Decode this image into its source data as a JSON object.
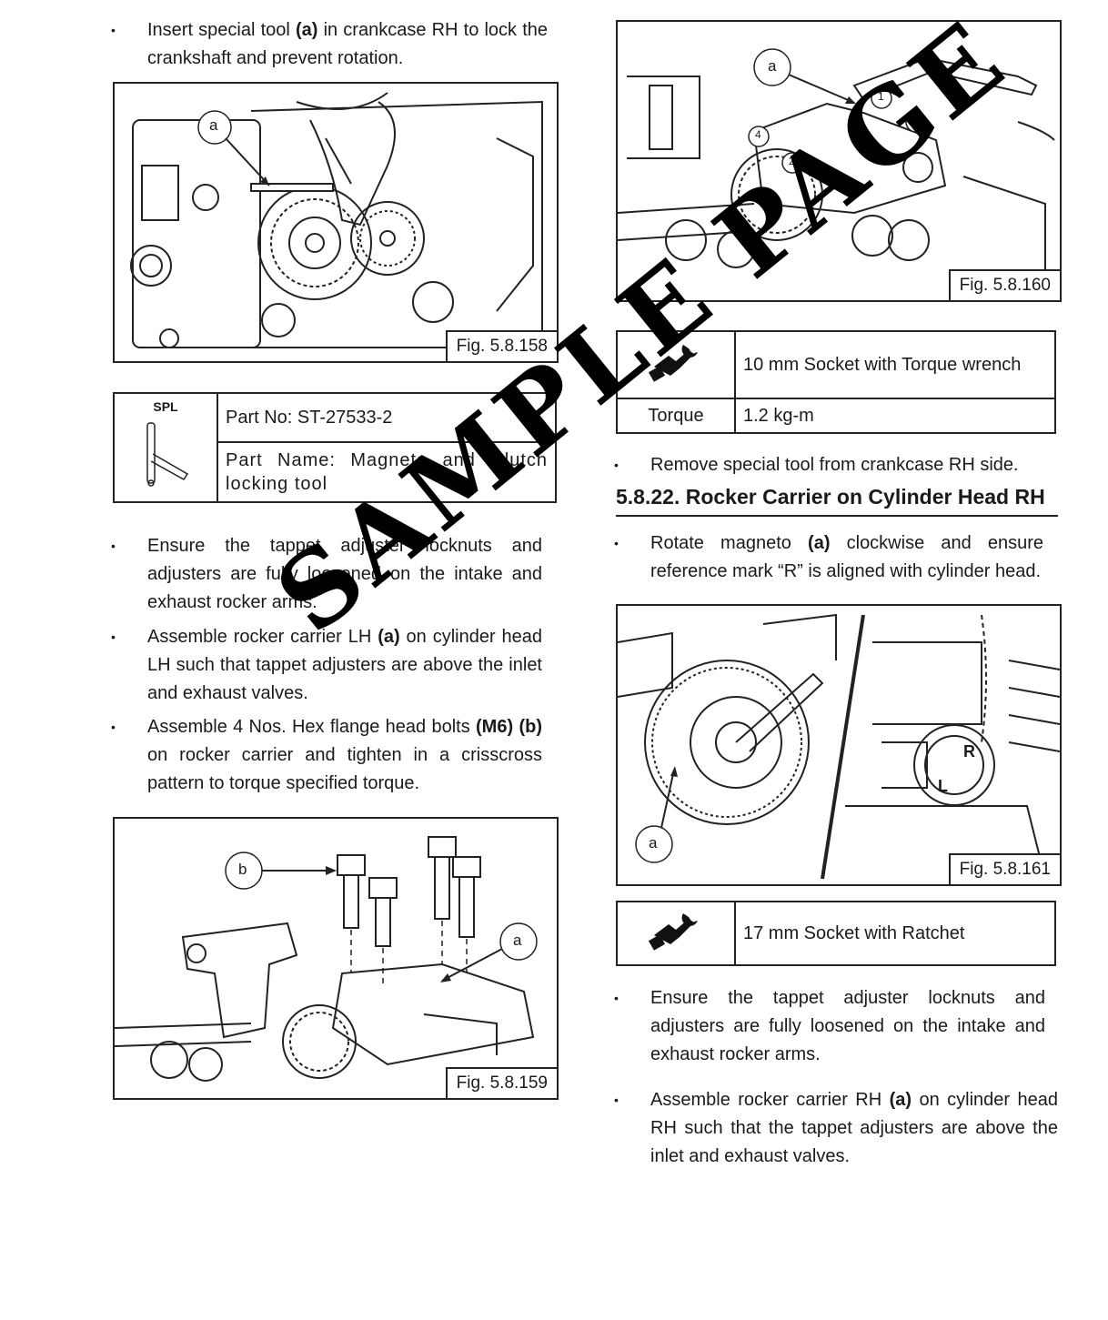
{
  "left": {
    "step1": {
      "pre": "Insert special tool ",
      "bold": "(a)",
      "post": " in crankcase RH to lock the crankshaft and prevent rotation."
    },
    "fig158": {
      "label": "Fig. 5.8.158",
      "callout": "a"
    },
    "spl_table": {
      "spl": "SPL",
      "part_no": "Part No: ST-27533-2",
      "part_name": "Part Name: Magneto and Clutch locking tool"
    },
    "step2": "Ensure the tappet adjuster locknuts and adjusters are fully loosened on the intake and exhaust rocker arms.",
    "step3": {
      "pre": "Assemble rocker carrier LH ",
      "bold": "(a)",
      "post": " on cylinder head LH such that tappet adjusters are above the inlet and exhaust valves."
    },
    "step4": {
      "pre": "Assemble 4 Nos. Hex flange head bolts ",
      "bold1": "(M6)",
      "mid": " ",
      "bold2": "(b)",
      "post": " on rocker carrier and tighten in a crisscross pattern to torque specified torque."
    },
    "fig159": {
      "label": "Fig. 5.8.159",
      "callout_a": "a",
      "callout_b": "b"
    }
  },
  "right": {
    "fig160": {
      "label": "Fig. 5.8.160",
      "callout": "a",
      "n1": "1",
      "n2": "2",
      "n3": "3",
      "n4": "4"
    },
    "tool_table1": {
      "tool": "10 mm Socket with Torque wrench",
      "torque_label": "Torque",
      "torque_value": "1.2 kg-m"
    },
    "step5": "Remove special tool from crankcase RH side.",
    "heading": "5.8.22. Rocker Carrier on Cylinder Head RH",
    "step6": {
      "pre": "Rotate magneto ",
      "bold": "(a)",
      "post": " clockwise and ensure reference mark “R” is aligned with cylinder head."
    },
    "fig161": {
      "label": "Fig. 5.8.161",
      "callout": "a",
      "mark_r": "R",
      "mark_l": "L"
    },
    "tool_table2": {
      "tool": "17 mm Socket with Ratchet"
    },
    "step7": "Ensure the tappet adjuster locknuts and adjusters are fully loosened on the intake and exhaust rocker arms.",
    "step8": {
      "pre": "Assemble rocker carrier RH ",
      "bold": "(a)",
      "post": " on cylinder head RH such that the tappet adjusters are above the inlet and exhaust valves."
    }
  },
  "bullet_glyph": "•",
  "watermark": "SAMPLE PAGE",
  "icons": [
    "wrench-hand-icon"
  ]
}
